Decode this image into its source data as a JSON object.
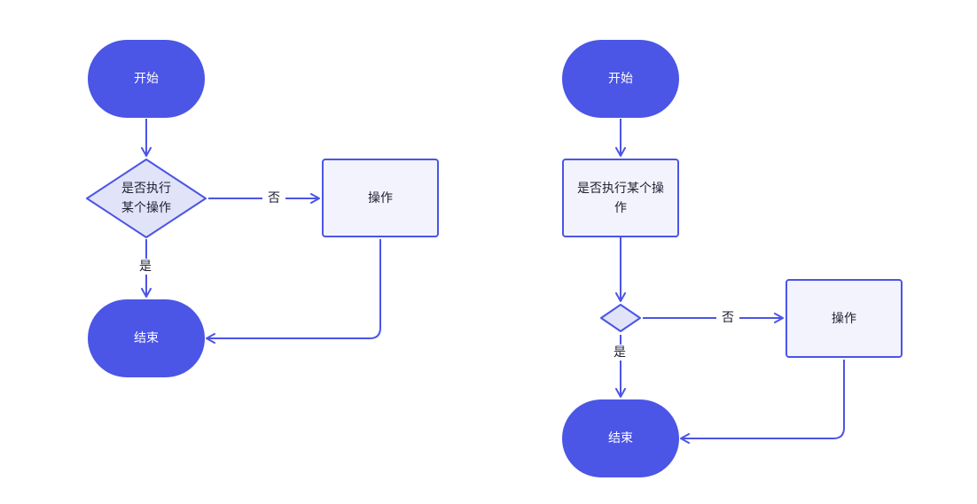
{
  "colors": {
    "terminal_fill": "#4B55E6",
    "process_fill": "#F2F3FC",
    "decision_fill": "#E1E4F8",
    "stroke": "#4B55E6"
  },
  "flow_left": {
    "start": "开始",
    "decision": [
      "是否执行",
      "某个操作"
    ],
    "action": "操作",
    "no_label": "否",
    "yes_label": "是",
    "end": "结束"
  },
  "flow_right": {
    "start": "开始",
    "question": [
      "是否执行某个操",
      "作"
    ],
    "action": "操作",
    "no_label": "否",
    "yes_label": "是",
    "end": "结束"
  }
}
